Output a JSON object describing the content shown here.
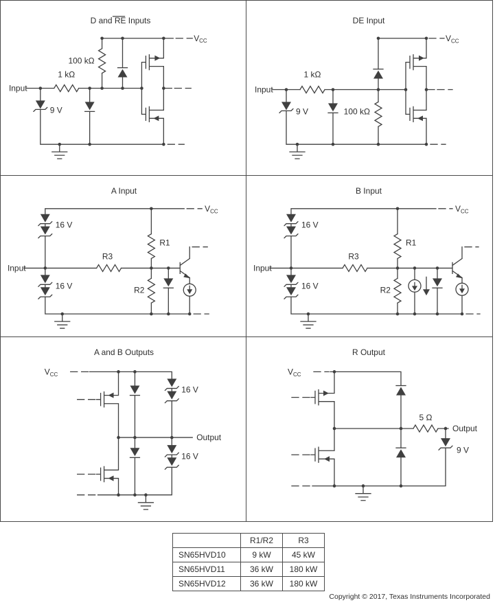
{
  "page": {
    "copyright": "Copyright © 2017, Texas Instruments Incorporated"
  },
  "labels": {
    "v": "V",
    "cc": "CC",
    "input": "Input",
    "output": "Output"
  },
  "panels": {
    "dre": {
      "t1": "D and ",
      "t2": "RE",
      "t3": " Inputs",
      "r_pullup": "100 kΩ",
      "r_series": "1 kΩ",
      "zener": "9 V"
    },
    "de": {
      "title": "DE Input",
      "r_series": "1 kΩ",
      "zener": "9 V",
      "r_pulldown": "100 kΩ"
    },
    "a": {
      "title": "A Input",
      "z1": "16 V",
      "z2": "16 V",
      "r1": "R1",
      "r2": "R2",
      "r3": "R3"
    },
    "b": {
      "title": "B Input",
      "z1": "16 V",
      "z2": "16 V",
      "r1": "R1",
      "r2": "R2",
      "r3": "R3"
    },
    "ab": {
      "title": "A and B Outputs",
      "z1": "16 V",
      "z2": "16 V"
    },
    "r": {
      "title": "R Output",
      "r_series": "5 Ω",
      "zener": "9 V"
    }
  },
  "table": {
    "headers": [
      "",
      "R1/R2",
      "R3"
    ],
    "rows": [
      [
        "SN65HVD10",
        "9 kW",
        "45 kW"
      ],
      [
        "SN65HVD11",
        "36 kW",
        "180 kW"
      ],
      [
        "SN65HVD12",
        "36 kW",
        "180 kW"
      ]
    ]
  }
}
